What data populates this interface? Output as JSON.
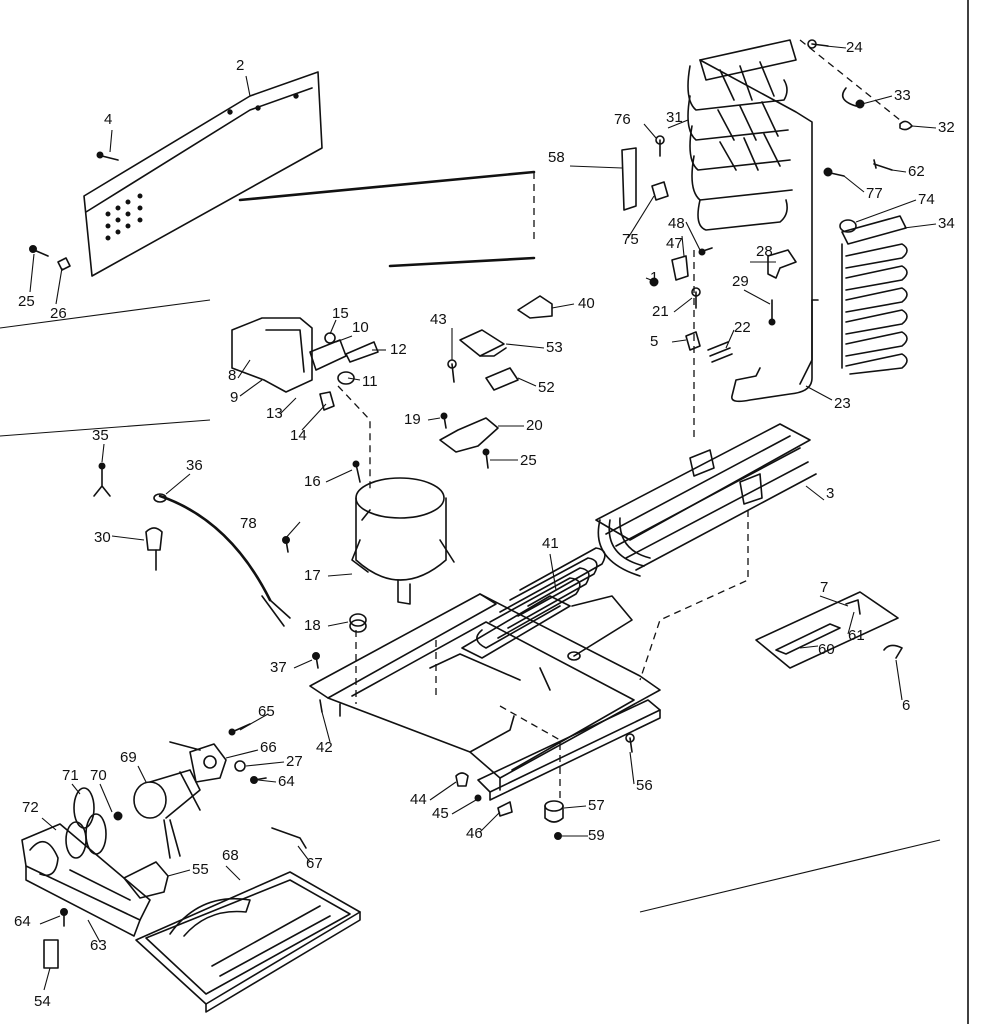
{
  "callouts": [
    {
      "id": "c1",
      "label": "1"
    },
    {
      "id": "c2",
      "label": "2"
    },
    {
      "id": "c3",
      "label": "3"
    },
    {
      "id": "c4",
      "label": "4"
    },
    {
      "id": "c5",
      "label": "5"
    },
    {
      "id": "c6",
      "label": "6"
    },
    {
      "id": "c7",
      "label": "7"
    },
    {
      "id": "c8",
      "label": "8"
    },
    {
      "id": "c9",
      "label": "9"
    },
    {
      "id": "c10",
      "label": "10"
    },
    {
      "id": "c11",
      "label": "11"
    },
    {
      "id": "c12",
      "label": "12"
    },
    {
      "id": "c13",
      "label": "13"
    },
    {
      "id": "c14",
      "label": "14"
    },
    {
      "id": "c15",
      "label": "15"
    },
    {
      "id": "c16",
      "label": "16"
    },
    {
      "id": "c17",
      "label": "17"
    },
    {
      "id": "c18",
      "label": "18"
    },
    {
      "id": "c19",
      "label": "19"
    },
    {
      "id": "c20",
      "label": "20"
    },
    {
      "id": "c21",
      "label": "21"
    },
    {
      "id": "c22",
      "label": "22"
    },
    {
      "id": "c23",
      "label": "23"
    },
    {
      "id": "c24",
      "label": "24"
    },
    {
      "id": "c25a",
      "label": "25"
    },
    {
      "id": "c25b",
      "label": "25"
    },
    {
      "id": "c26",
      "label": "26"
    },
    {
      "id": "c27",
      "label": "27"
    },
    {
      "id": "c28",
      "label": "28"
    },
    {
      "id": "c29",
      "label": "29"
    },
    {
      "id": "c30",
      "label": "30"
    },
    {
      "id": "c31",
      "label": "31"
    },
    {
      "id": "c32",
      "label": "32"
    },
    {
      "id": "c33",
      "label": "33"
    },
    {
      "id": "c34",
      "label": "34"
    },
    {
      "id": "c35",
      "label": "35"
    },
    {
      "id": "c36",
      "label": "36"
    },
    {
      "id": "c37",
      "label": "37"
    },
    {
      "id": "c40",
      "label": "40"
    },
    {
      "id": "c41",
      "label": "41"
    },
    {
      "id": "c42",
      "label": "42"
    },
    {
      "id": "c43",
      "label": "43"
    },
    {
      "id": "c44",
      "label": "44"
    },
    {
      "id": "c45",
      "label": "45"
    },
    {
      "id": "c46",
      "label": "46"
    },
    {
      "id": "c47",
      "label": "47"
    },
    {
      "id": "c48",
      "label": "48"
    },
    {
      "id": "c52",
      "label": "52"
    },
    {
      "id": "c53",
      "label": "53"
    },
    {
      "id": "c54",
      "label": "54"
    },
    {
      "id": "c55",
      "label": "55"
    },
    {
      "id": "c56",
      "label": "56"
    },
    {
      "id": "c57",
      "label": "57"
    },
    {
      "id": "c58",
      "label": "58"
    },
    {
      "id": "c59",
      "label": "59"
    },
    {
      "id": "c60",
      "label": "60"
    },
    {
      "id": "c61",
      "label": "61"
    },
    {
      "id": "c62",
      "label": "62"
    },
    {
      "id": "c63",
      "label": "63"
    },
    {
      "id": "c64a",
      "label": "64"
    },
    {
      "id": "c64b",
      "label": "64"
    },
    {
      "id": "c65",
      "label": "65"
    },
    {
      "id": "c66",
      "label": "66"
    },
    {
      "id": "c67",
      "label": "67"
    },
    {
      "id": "c68",
      "label": "68"
    },
    {
      "id": "c69",
      "label": "69"
    },
    {
      "id": "c70",
      "label": "70"
    },
    {
      "id": "c71",
      "label": "71"
    },
    {
      "id": "c72",
      "label": "72"
    },
    {
      "id": "c74",
      "label": "74"
    },
    {
      "id": "c75",
      "label": "75"
    },
    {
      "id": "c76",
      "label": "76"
    },
    {
      "id": "c77",
      "label": "77"
    },
    {
      "id": "c78",
      "label": "78"
    }
  ],
  "colors": {
    "ink": "#111111",
    "paper": "#ffffff"
  }
}
